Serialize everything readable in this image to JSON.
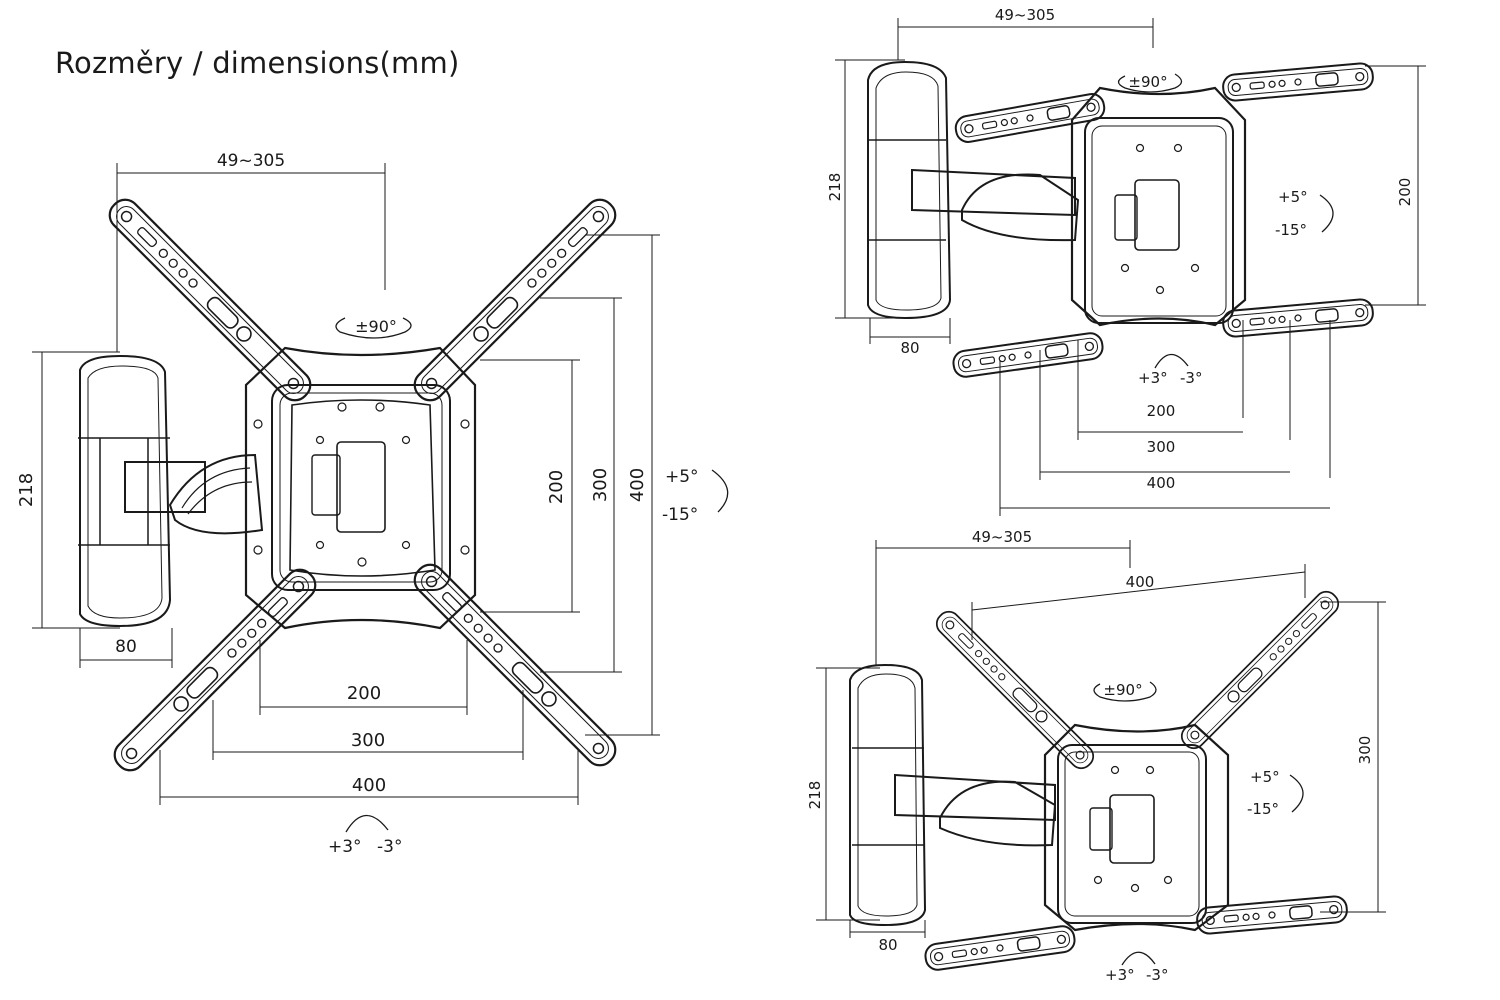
{
  "title": "Rozměry / dimensions(mm)",
  "views": {
    "front": {
      "arm_range": "49~305",
      "wall_height": "218",
      "wall_depth": "80",
      "vesa_200": "200",
      "vesa_300": "300",
      "vesa_400": "400",
      "rotation": "±90°",
      "tilt_up": "+5°",
      "tilt_down": "-15°",
      "swivel_left": "+3°",
      "swivel_right": "-3°"
    },
    "side_top": {
      "arm_range": "49~305",
      "wall_height": "218",
      "wall_depth": "80",
      "vertical_200": "200",
      "h_200": "200",
      "h_300": "300",
      "h_400": "400",
      "rotation": "±90°",
      "tilt_up": "+5°",
      "tilt_down": "-15°",
      "swivel_left": "+3°",
      "swivel_right": "-3°"
    },
    "side_bottom": {
      "arm_range": "49~305",
      "width_400": "400",
      "vertical_300": "300",
      "wall_height": "218",
      "wall_depth": "80",
      "rotation": "±90°",
      "tilt_up": "+5°",
      "tilt_down": "-15°",
      "swivel_left": "+3°",
      "swivel_right": "-3°"
    }
  }
}
